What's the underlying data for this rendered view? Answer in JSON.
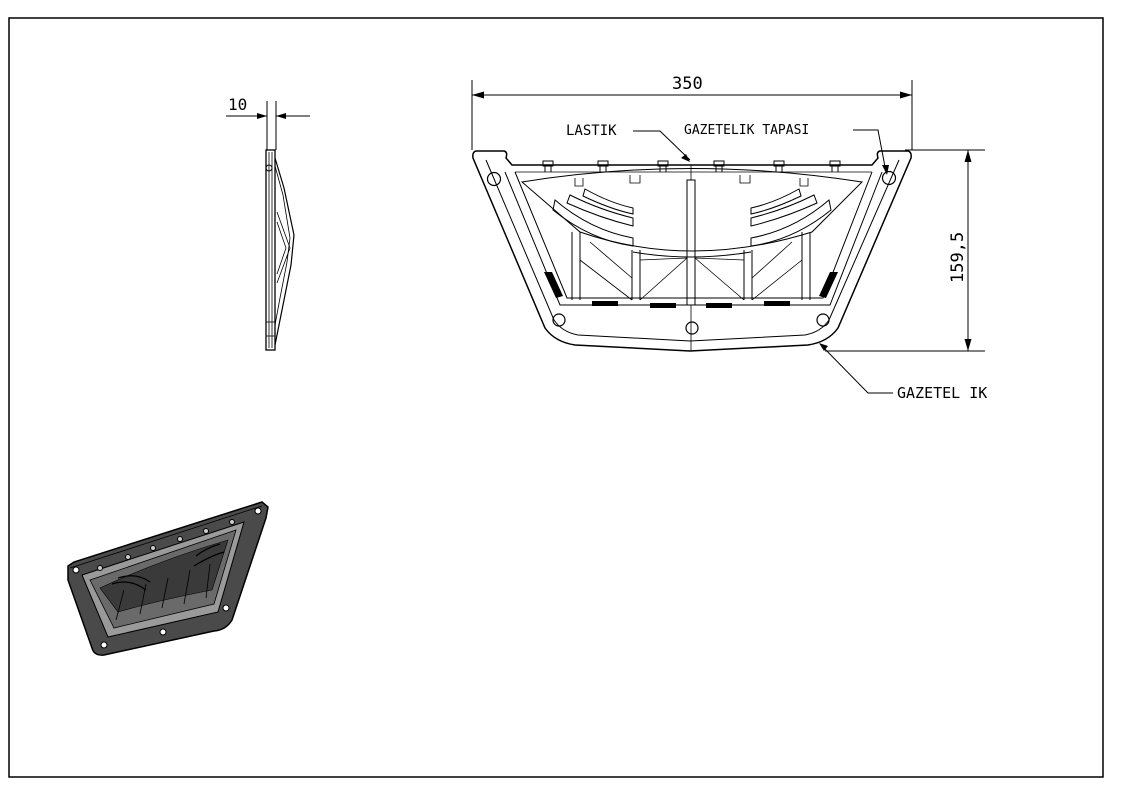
{
  "drawing": {
    "dimensions": {
      "thickness": "10",
      "width": "350",
      "height": "159,5"
    },
    "callouts": {
      "lastik": "LASTIK",
      "gazetelik_tapasi": "GAZETELIK TAPASI",
      "gazetelik": "GAZETEL IK"
    },
    "colors": {
      "line": "#000000",
      "background": "#ffffff",
      "iso_dark": "#4a4a4a",
      "iso_light": "#9a9a9a"
    }
  }
}
